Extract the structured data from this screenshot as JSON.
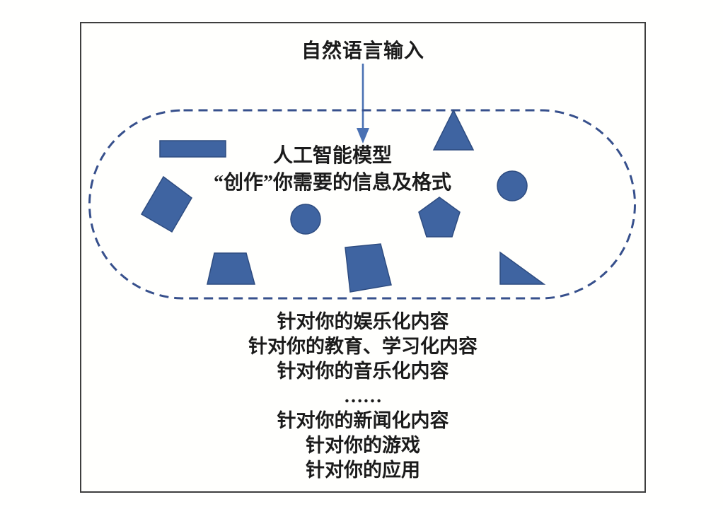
{
  "diagram": {
    "input_label": "自然语言输入",
    "model_title": "人工智能模型",
    "model_subtitle": "“创作”你需要的信息及格式",
    "outputs": {
      "line0": "针对你的娱乐化内容",
      "line1": "针对你的教育、学习化内容",
      "line2": "针对你的音乐化内容",
      "line3": "……",
      "line4": "针对你的新闻化内容",
      "line5": "针对你的游戏",
      "line6": "针对你的应用"
    },
    "scattered_shapes": [
      "rectangle",
      "rotated-square",
      "trapezoid",
      "circle",
      "rotated-square",
      "pentagon",
      "triangle",
      "circle",
      "right-triangle"
    ]
  },
  "colors": {
    "shape_fill": "#3F64A1",
    "shape_stroke": "#2E4C80",
    "dashed_border": "#37508C",
    "arrow": "#4A71B3",
    "text": "#1B1B1B",
    "frame_border": "#3E3E3E",
    "background": "#FFFFFE"
  }
}
